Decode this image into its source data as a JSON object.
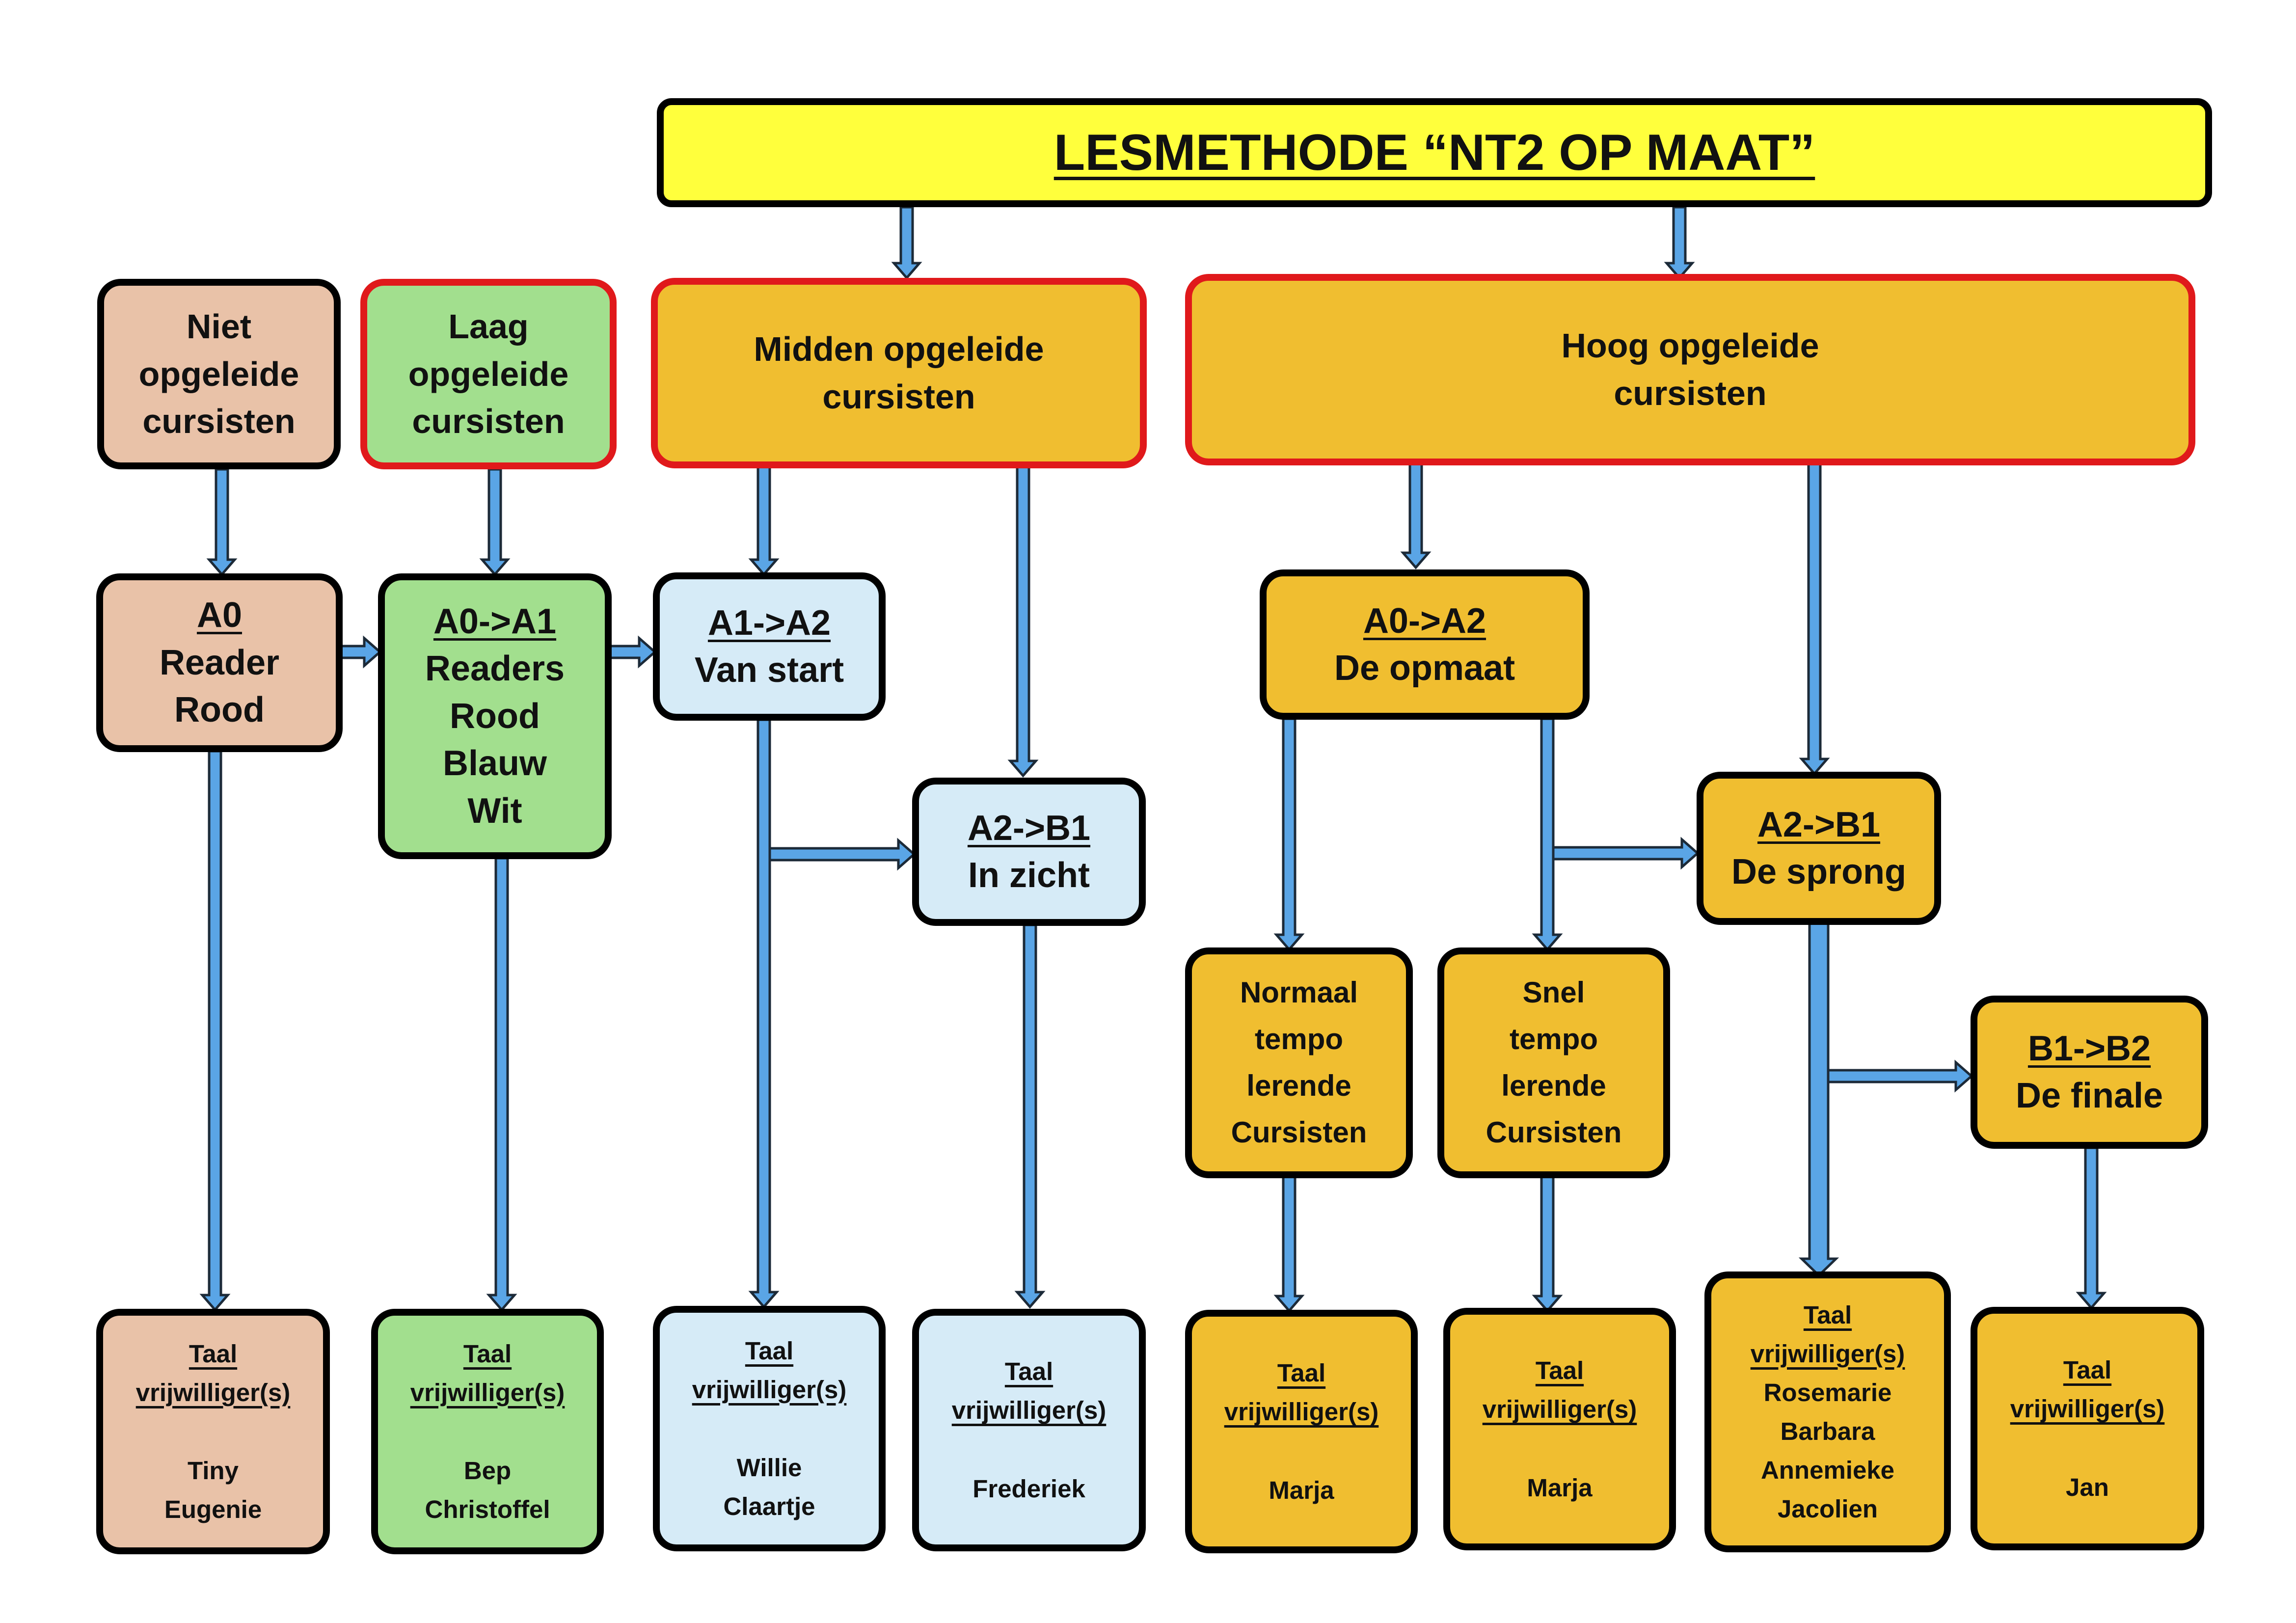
{
  "title": "LESMETHODE “NT2 OP MAAT”",
  "colors": {
    "title_fill": "#ffff3c",
    "niet_fill": "#e9c2a8",
    "laag_fill": "#a2df8e",
    "midden_fill": "#d6ebf7",
    "hoog_fill": "#f0be30",
    "highlight_border": "#e0191b",
    "arrow": "#5aa5e6"
  },
  "groups": {
    "niet": {
      "lines": [
        "Niet",
        "opgeleide",
        "cursisten"
      ]
    },
    "laag": {
      "lines": [
        "Laag",
        "opgeleide",
        "cursisten"
      ]
    },
    "midden": {
      "lines": [
        "Midden opgeleide",
        "cursisten"
      ]
    },
    "hoog": {
      "lines": [
        "Hoog opgeleide",
        "cursisten"
      ]
    }
  },
  "levels": {
    "a0": {
      "code": "A0",
      "lines": [
        "Reader",
        "Rood"
      ]
    },
    "a0a1": {
      "code": "A0->A1",
      "lines": [
        "Readers",
        "Rood",
        "Blauw",
        "Wit"
      ]
    },
    "a1a2": {
      "code": "A1->A2",
      "lines": [
        "Van start"
      ]
    },
    "a2b1_mid": {
      "code": "A2->B1",
      "lines": [
        "In zicht"
      ]
    },
    "a0a2": {
      "code": "A0->A2",
      "lines": [
        "De opmaat"
      ]
    },
    "a2b1_hoog": {
      "code": "A2->B1",
      "lines": [
        "De sprong"
      ]
    },
    "b1b2": {
      "code": "B1->B2",
      "lines": [
        "De finale"
      ]
    }
  },
  "tempo": {
    "normaal": {
      "lines": [
        "Normaal",
        "tempo",
        "lerende",
        "Cursisten"
      ]
    },
    "snel": {
      "lines": [
        "Snel",
        "tempo",
        "lerende",
        "Cursisten"
      ]
    }
  },
  "volunteers": {
    "header": [
      "Taal",
      "vrijwilliger(s)"
    ],
    "v1": [
      "Tiny",
      "Eugenie"
    ],
    "v2": [
      "Bep",
      "Christoffel"
    ],
    "v3": [
      "Willie",
      "Claartje"
    ],
    "v4": [
      "Frederiek"
    ],
    "v5": [
      "Marja"
    ],
    "v6": [
      "Marja"
    ],
    "v7": [
      "Rosemarie",
      "Barbara",
      "Annemieke",
      "Jacolien"
    ],
    "v8": [
      "Jan"
    ]
  }
}
